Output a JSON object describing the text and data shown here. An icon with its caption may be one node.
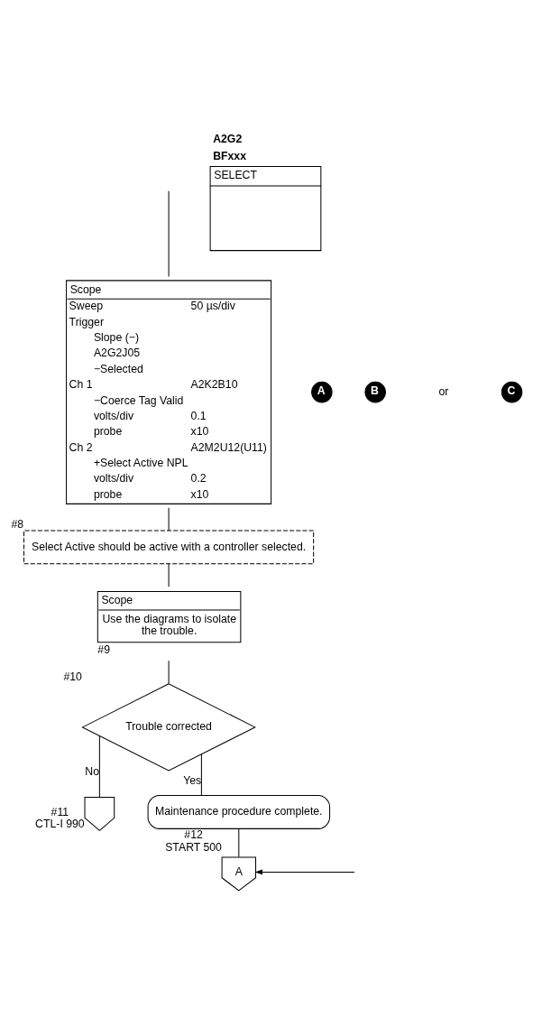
{
  "diagram": {
    "nodes": [
      {
        "text": [
          "Scope",
          "Sweep",
          "50 µs/div",
          "Trigger",
          "Slope (−)",
          "A2G2J05",
          "−Selected",
          "Ch 1",
          "A2K2B10",
          "−Coerce Tag Valid",
          "volts/div",
          "0.1",
          "probe",
          "x10",
          "Ch 2",
          "A2M2U12(U11)",
          "+Select Active NPL",
          "volts/div",
          "0.2",
          "probe",
          "x10"
        ]
      },
      {
        "text": [
          "Select Active should be active with a controller selected."
        ],
        "beside": [
          "#8"
        ]
      },
      {
        "text": [
          "Scope",
          "Use the diagrams to isolate the trouble."
        ],
        "beside": [
          "#9"
        ]
      },
      {
        "text": [
          "Trouble corrected"
        ],
        "beside": [
          "#10"
        ]
      },
      {
        "text": [],
        "shape": "pentagon",
        "beside": [
          "#11",
          "CTL-I 990"
        ]
      },
      {
        "text": [
          "Maintenance procedure complete."
        ]
      },
      {
        "text": [
          "A"
        ],
        "beside": [
          "#12",
          "START 500"
        ]
      },
      {
        "text": [
          "A2G2",
          "BFxxx",
          "SELECT"
        ]
      }
    ],
    "edges": [
      {
        "from": null,
        "to": 0,
        "arrow": "none"
      },
      {
        "from": 0,
        "to": 1,
        "arrow": "none"
      },
      {
        "from": 1,
        "to": 2,
        "arrow": "none"
      },
      {
        "from": 2,
        "to": 3,
        "arrow": "none"
      },
      {
        "from": 3,
        "to": 4,
        "arrow": "none",
        "label": "No"
      },
      {
        "from": 3,
        "to": 5,
        "arrow": "none",
        "label": "Yes"
      },
      {
        "from": 5,
        "to": 6,
        "arrow": "none"
      },
      {
        "from": null,
        "to": 6,
        "arrow": "to"
      }
    ],
    "labels": [
      "A",
      "B",
      "or",
      "C"
    ]
  }
}
